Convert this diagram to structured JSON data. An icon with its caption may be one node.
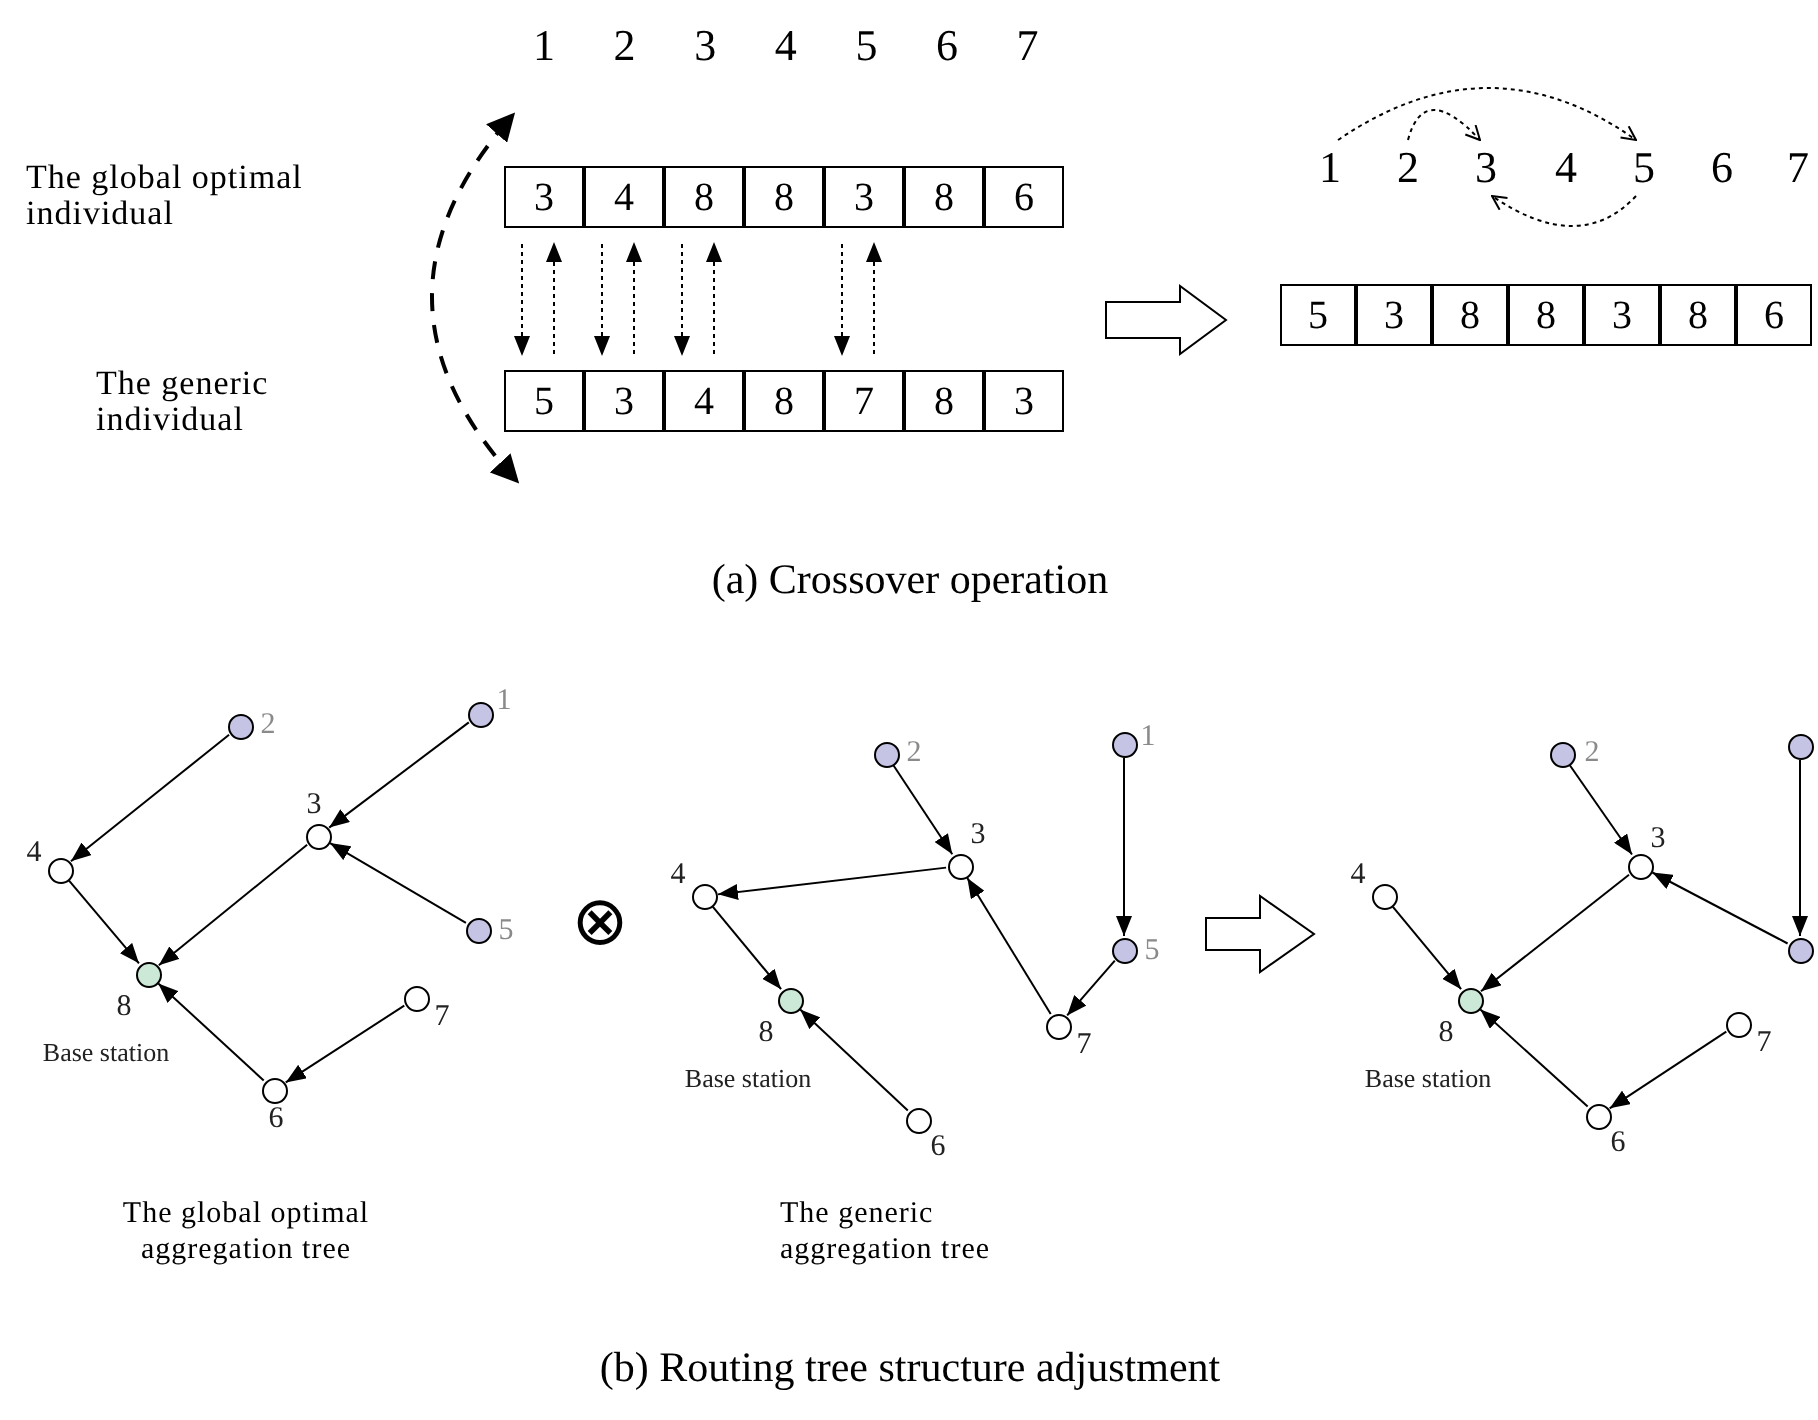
{
  "diagram": {
    "nodes": [
      {
        "text": [
          "3"
        ]
      },
      {
        "text": [
          "4"
        ]
      },
      {
        "text": [
          "8"
        ]
      },
      {
        "text": [
          "8"
        ]
      },
      {
        "text": [
          "3"
        ]
      },
      {
        "text": [
          "8"
        ]
      },
      {
        "text": [
          "6"
        ]
      },
      {
        "text": [
          "5"
        ]
      },
      {
        "text": [
          "3"
        ]
      },
      {
        "text": [
          "4"
        ]
      },
      {
        "text": [
          "8"
        ]
      },
      {
        "text": [
          "7"
        ]
      },
      {
        "text": [
          "8"
        ]
      },
      {
        "text": [
          "3"
        ]
      },
      {
        "text": [
          "1"
        ]
      },
      {
        "text": [
          "2"
        ]
      },
      {
        "text": [
          "3"
        ]
      },
      {
        "text": [
          "5"
        ]
      },
      {
        "text": [
          "5"
        ]
      },
      {
        "text": [
          "3"
        ]
      },
      {
        "text": [
          "8"
        ]
      },
      {
        "text": [
          "8"
        ]
      },
      {
        "text": [
          "3"
        ]
      },
      {
        "text": [
          "8"
        ]
      },
      {
        "text": [
          "6"
        ]
      },
      {
        "text": [],
        "shape": "circle",
        "beside": [
          "1"
        ]
      },
      {
        "text": [],
        "shape": "circle",
        "beside": [
          "2"
        ]
      },
      {
        "text": [],
        "shape": "circle",
        "beside": [
          "3"
        ]
      },
      {
        "text": [],
        "shape": "circle",
        "beside": [
          "4"
        ]
      },
      {
        "text": [],
        "shape": "circle",
        "beside": [
          "5"
        ]
      },
      {
        "text": [],
        "shape": "circle",
        "beside": [
          "8",
          "Base station"
        ]
      },
      {
        "text": [],
        "shape": "circle",
        "beside": [
          "7"
        ]
      },
      {
        "text": [],
        "shape": "circle",
        "beside": [
          "6"
        ]
      },
      {
        "text": [],
        "shape": "circle",
        "beside": [
          "1"
        ]
      },
      {
        "text": [],
        "shape": "circle",
        "beside": [
          "2"
        ]
      },
      {
        "text": [],
        "shape": "circle",
        "beside": [
          "3"
        ]
      },
      {
        "text": [],
        "shape": "circle",
        "beside": [
          "4"
        ]
      },
      {
        "text": [],
        "shape": "circle",
        "beside": [
          "5"
        ]
      },
      {
        "text": [],
        "shape": "circle",
        "beside": [
          "8",
          "Base station"
        ]
      },
      {
        "text": [],
        "shape": "circle",
        "beside": [
          "7"
        ]
      },
      {
        "text": [],
        "shape": "circle",
        "beside": [
          "6"
        ]
      },
      {
        "text": [],
        "shape": "circle"
      },
      {
        "text": [],
        "shape": "circle",
        "beside": [
          "2"
        ]
      },
      {
        "text": [],
        "shape": "circle",
        "beside": [
          "3"
        ]
      },
      {
        "text": [],
        "shape": "circle",
        "beside": [
          "4"
        ]
      },
      {
        "text": [],
        "shape": "circle"
      },
      {
        "text": [],
        "shape": "circle",
        "beside": [
          "8",
          "Base station"
        ]
      },
      {
        "text": [],
        "shape": "circle",
        "beside": [
          "7"
        ]
      },
      {
        "text": [],
        "shape": "circle",
        "beside": [
          "6"
        ]
      }
    ],
    "edges": [
      {
        "from": 0,
        "to": 7,
        "arrow": "to",
        "style": "dashed"
      },
      {
        "from": 7,
        "to": 0,
        "arrow": "to",
        "style": "dashed"
      },
      {
        "from": 1,
        "to": 8,
        "arrow": "to",
        "style": "dashed"
      },
      {
        "from": 8,
        "to": 1,
        "arrow": "to",
        "style": "dashed"
      },
      {
        "from": 2,
        "to": 9,
        "arrow": "to",
        "style": "dashed"
      },
      {
        "from": 9,
        "to": 2,
        "arrow": "to",
        "style": "dashed"
      },
      {
        "from": 4,
        "to": 11,
        "arrow": "to",
        "style": "dashed"
      },
      {
        "from": 11,
        "to": 4,
        "arrow": "to",
        "style": "dashed"
      },
      {
        "from": 14,
        "to": 17,
        "arrow": "to",
        "style": "dashed"
      },
      {
        "from": 15,
        "to": 16,
        "arrow": "to",
        "style": "dashed"
      },
      {
        "from": 17,
        "to": 16,
        "arrow": "to",
        "style": "dashed"
      },
      {
        "from": 26,
        "to": 28,
        "arrow": "to"
      },
      {
        "from": 25,
        "to": 27,
        "arrow": "to"
      },
      {
        "from": 29,
        "to": 27,
        "arrow": "to"
      },
      {
        "from": 27,
        "to": 30,
        "arrow": "to"
      },
      {
        "from": 28,
        "to": 30,
        "arrow": "to"
      },
      {
        "from": 32,
        "to": 30,
        "arrow": "to"
      },
      {
        "from": 31,
        "to": 32,
        "arrow": "to"
      },
      {
        "from": 34,
        "to": 35,
        "arrow": "to"
      },
      {
        "from": 35,
        "to": 36,
        "arrow": "to"
      },
      {
        "from": 36,
        "to": 38,
        "arrow": "to"
      },
      {
        "from": 33,
        "to": 37,
        "arrow": "to"
      },
      {
        "from": 37,
        "to": 39,
        "arrow": "to"
      },
      {
        "from": 39,
        "to": 35,
        "arrow": "to"
      },
      {
        "from": 40,
        "to": 38,
        "arrow": "to"
      },
      {
        "from": 42,
        "to": 43,
        "arrow": "to"
      },
      {
        "from": 41,
        "to": 45,
        "arrow": "to"
      },
      {
        "from": 45,
        "to": 43,
        "arrow": "to"
      },
      {
        "from": 43,
        "to": 46,
        "arrow": "to"
      },
      {
        "from": 44,
        "to": 46,
        "arrow": "to"
      },
      {
        "from": 48,
        "to": 46,
        "arrow": "to"
      },
      {
        "from": 47,
        "to": 48,
        "arrow": "to"
      }
    ],
    "labels": [
      "1",
      "2",
      "3",
      "4",
      "5",
      "6",
      "7",
      "The global optimal individual",
      "The generic individual",
      "4",
      "6",
      "7",
      "(a) Crossover operation",
      "⊗",
      "The global optimal aggregation tree",
      "The generic aggregation tree",
      "(b) Routing tree structure adjustment"
    ]
  }
}
